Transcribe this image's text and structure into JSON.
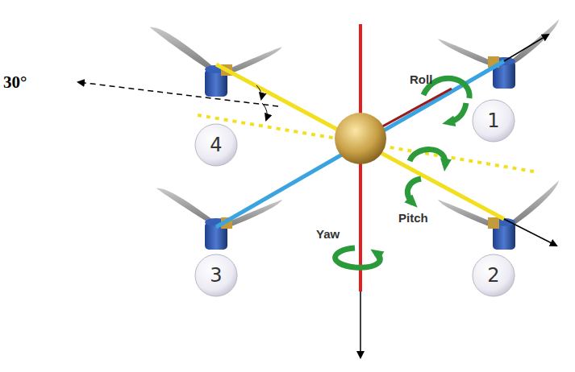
{
  "diagram": {
    "nodes": [
      {
        "text": [
          "4"
        ]
      },
      {
        "text": [
          "1"
        ]
      },
      {
        "text": [
          "3"
        ]
      },
      {
        "text": [
          "2"
        ]
      }
    ],
    "labels": [
      "30°",
      "Roll",
      "Pitch",
      "Yaw"
    ]
  }
}
